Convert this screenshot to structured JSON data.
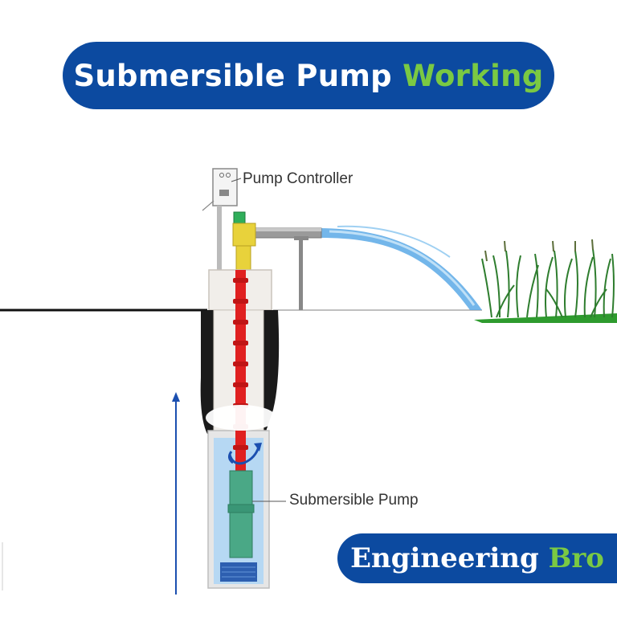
{
  "header": {
    "title_main": "Submersible Pump",
    "title_accent": "Working"
  },
  "diagram": {
    "labels": {
      "pump_controller": "Pump Controller",
      "submersible_pump": "Submersible Pump"
    }
  },
  "brand": {
    "name_main": "Engineering",
    "name_accent": "Bro"
  },
  "colors": {
    "brand_blue": "#0c4aa0",
    "accent_green": "#7ac943",
    "pipe_red": "#e02020",
    "water_blue": "#5aa9e6",
    "grass_green": "#2e8b2e"
  }
}
